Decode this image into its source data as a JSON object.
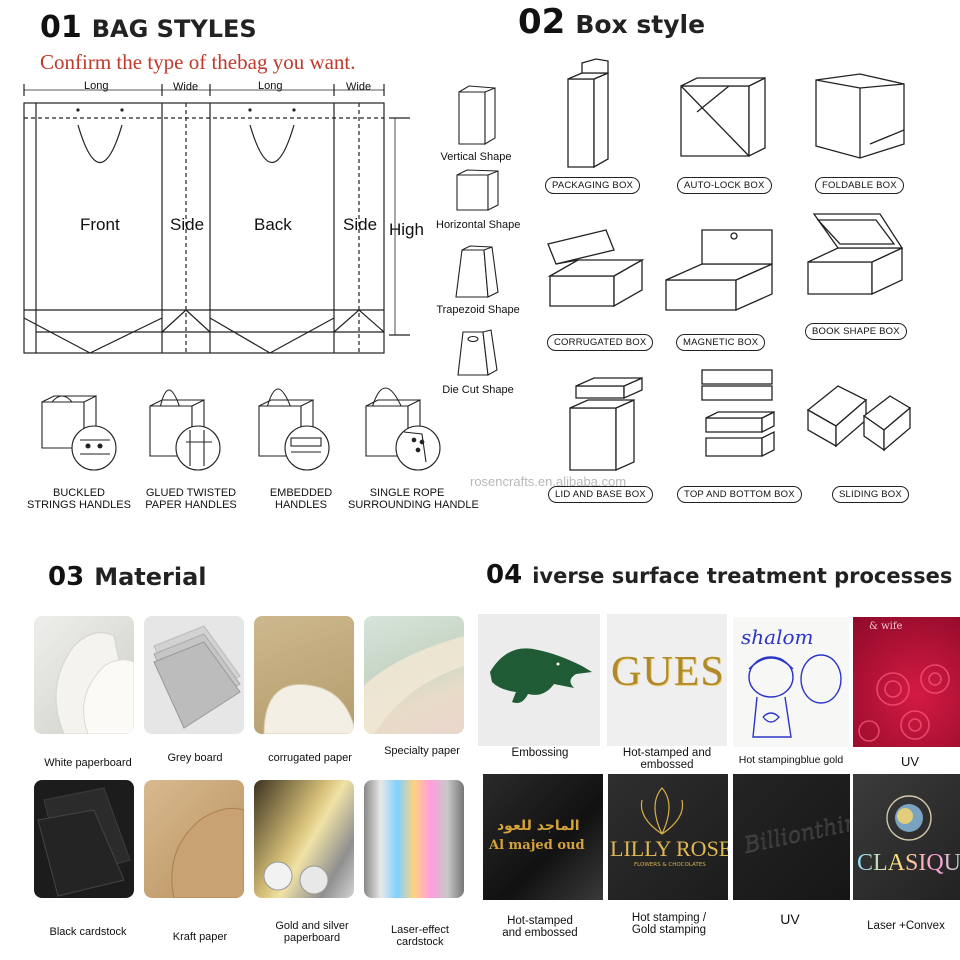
{
  "sections": {
    "bag": {
      "num": "01",
      "title": "BAG STYLES",
      "subtitle": "Confirm the type of thebag you want."
    },
    "box": {
      "num": "02",
      "title": "Box style"
    },
    "material": {
      "num": "03",
      "title": "Material"
    },
    "surface": {
      "num": "04",
      "title": "iverse surface treatment processes"
    }
  },
  "bag_diagram": {
    "dims": {
      "long_1": "Long",
      "wide_1": "Wide",
      "long_2": "Long",
      "wide_2": "Wide"
    },
    "panels": {
      "front": "Front",
      "side_1": "Side",
      "back": "Back",
      "side_2": "Side"
    },
    "height": "High"
  },
  "bag_shapes": [
    "Vertical Shape",
    "Horizontal Shape",
    "Trapezoid Shape",
    "Die Cut Shape"
  ],
  "handles": [
    {
      "line1": "BUCKLED",
      "line2": "STRINGS HANDLES"
    },
    {
      "line1": "GLUED TWISTED",
      "line2": "PAPER HANDLES"
    },
    {
      "line1": "EMBEDDED",
      "line2": "HANDLES"
    },
    {
      "line1": "SINGLE ROPE",
      "line2": "SURROUNDING HANDLE"
    }
  ],
  "boxes": [
    "PACKAGING BOX",
    "AUTO-LOCK BOX",
    "FOLDABLE BOX",
    "CORRUGATED BOX",
    "MAGNETIC BOX",
    "BOOK SHAPE BOX",
    "LID AND BASE BOX",
    "TOP AND BOTTOM BOX",
    "SLIDING BOX"
  ],
  "watermark": "rosencrafts.en.alibaba.com",
  "materials": [
    {
      "l1": "White paperboard",
      "l2": ""
    },
    {
      "l1": "Grey board",
      "l2": ""
    },
    {
      "l1": "corrugated paper",
      "l2": ""
    },
    {
      "l1": "Specialty paper",
      "l2": ""
    },
    {
      "l1": "Black cardstock",
      "l2": ""
    },
    {
      "l1": "Kraft paper",
      "l2": ""
    },
    {
      "l1": "Gold and silver",
      "l2": "paperboard"
    },
    {
      "l1": "Laser-effect",
      "l2": "cardstock"
    }
  ],
  "treatments": [
    {
      "l1": "Embossing",
      "l2": ""
    },
    {
      "l1": "Hot-stamped and",
      "l2": "embossed"
    },
    {
      "l1": "Hot stampingblue gold",
      "l2": ""
    },
    {
      "l1": "UV",
      "l2": ""
    },
    {
      "l1": "Hot-stamped",
      "l2": "and embossed"
    },
    {
      "l1": "Hot stamping /",
      "l2": "Gold stamping"
    },
    {
      "l1": "UV",
      "l2": ""
    },
    {
      "l1": "Laser +Convex",
      "l2": ""
    }
  ],
  "sample_prints": {
    "guess": "GUESS",
    "shalom": "shalom",
    "wife": "& wife",
    "majed_ar": "الماجد للعود",
    "majed_en": "Al majed oud",
    "lilly": "LILLY ROSE",
    "lilly_sub": "FLOWERS & CHOCOLATES",
    "billion": "Billionthine",
    "clasique": "CLASIQUE"
  }
}
